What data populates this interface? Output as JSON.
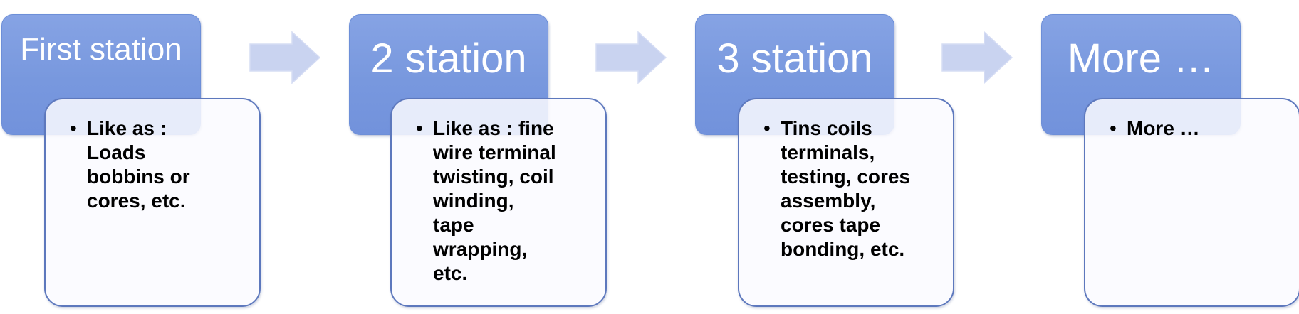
{
  "stages": [
    {
      "title": "First station",
      "item": "Like as :\nLoads\nbobbins or\ncores, etc."
    },
    {
      "title": "2 station",
      "item": "Like as : fine\nwire terminal\ntwisting,  coil\nwinding,\ntape\nwrapping,\netc."
    },
    {
      "title": "3 station",
      "item": "Tins coils\nterminals,\ntesting, cores\nassembly,\ncores tape\nbonding, etc."
    },
    {
      "title": "More …",
      "item": "More …"
    }
  ],
  "colors": {
    "stage_fill": "#7898de",
    "arrow_fill": "#c9d3f0",
    "card_border": "#5d78bd",
    "card_fill": "#fafaff"
  }
}
